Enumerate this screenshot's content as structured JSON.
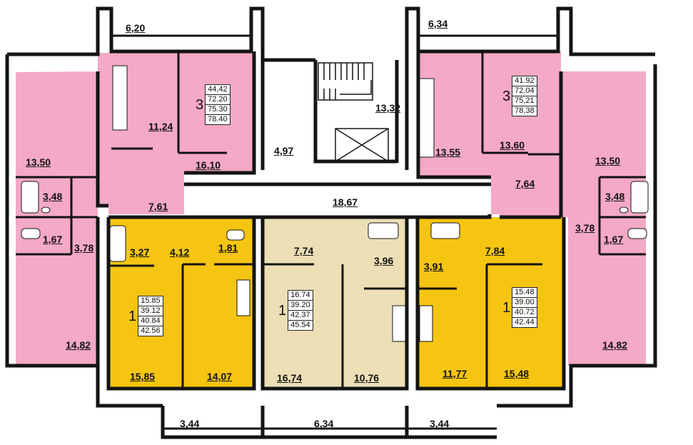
{
  "colors": {
    "three_room": "#f4a9c6",
    "one_room_yellow": "#f6c512",
    "one_room_beige": "#ecdfb5",
    "common": "#ffffff",
    "wall": "#141414"
  },
  "rooms": [
    {
      "id": "balcony-top-left",
      "label": "6,20"
    },
    {
      "id": "balcony-top-right",
      "label": "6,34"
    },
    {
      "id": "kitchen-left-3",
      "label": "11,24"
    },
    {
      "id": "living-top-left",
      "label": "16,10"
    },
    {
      "id": "stair-landing",
      "label": "13,32"
    },
    {
      "id": "vestibule",
      "label": "4,97"
    },
    {
      "id": "room-13-55",
      "label": "13,55"
    },
    {
      "id": "room-13-60",
      "label": "13,60"
    },
    {
      "id": "room-far-right",
      "label": "13,50"
    },
    {
      "id": "room-far-left",
      "label": "13,50"
    },
    {
      "id": "bath-left",
      "label": "3,48"
    },
    {
      "id": "wc-left",
      "label": "1,67"
    },
    {
      "id": "hall-left-3",
      "label": "3,78"
    },
    {
      "id": "hall-left-upper",
      "label": "7,61"
    },
    {
      "id": "corridor",
      "label": "18,67"
    },
    {
      "id": "hall-right-upper",
      "label": "7,64"
    },
    {
      "id": "bath-right",
      "label": "3,48"
    },
    {
      "id": "wc-right",
      "label": "1,67"
    },
    {
      "id": "hall-right-3",
      "label": "3,78"
    },
    {
      "id": "bath-a1",
      "label": "3,27"
    },
    {
      "id": "hall-a1",
      "label": "4,12"
    },
    {
      "id": "wc-a1",
      "label": "1,81"
    },
    {
      "id": "hall-a2",
      "label": "7,74"
    },
    {
      "id": "bath-a2",
      "label": "3,96"
    },
    {
      "id": "bath-a3",
      "label": "3,91"
    },
    {
      "id": "hall-a3",
      "label": "7,84"
    },
    {
      "id": "bedroom-bottom-left",
      "label": "14,82"
    },
    {
      "id": "living-a1",
      "label": "15,85"
    },
    {
      "id": "kitchen-a1",
      "label": "14,07"
    },
    {
      "id": "living-a2",
      "label": "16,74"
    },
    {
      "id": "kitchen-a2",
      "label": "10,76"
    },
    {
      "id": "kitchen-a3",
      "label": "11,77"
    },
    {
      "id": "living-a3",
      "label": "15,48"
    },
    {
      "id": "bedroom-bottom-right",
      "label": "14,82"
    },
    {
      "id": "balcony-bottom-left",
      "label": "3,44"
    },
    {
      "id": "balcony-bottom-mid",
      "label": "6,34"
    },
    {
      "id": "balcony-bottom-right",
      "label": "3,44"
    }
  ],
  "apartments": [
    {
      "id": "apt-3-left",
      "rooms": "3",
      "areas": [
        "44,42",
        "72.20",
        "75.30",
        "78.40"
      ]
    },
    {
      "id": "apt-3-right",
      "rooms": "3",
      "areas": [
        "41.92",
        "72,04",
        "75,21",
        "78,38"
      ]
    },
    {
      "id": "apt-1-a",
      "rooms": "1",
      "areas": [
        "15.85",
        "39.12",
        "40.84",
        "42.56"
      ]
    },
    {
      "id": "apt-1-b",
      "rooms": "1",
      "areas": [
        "16.74",
        "39.20",
        "42.37",
        "45.54"
      ]
    },
    {
      "id": "apt-1-c",
      "rooms": "1",
      "areas": [
        "15.48",
        "39.00",
        "40.72",
        "42.44"
      ]
    }
  ]
}
